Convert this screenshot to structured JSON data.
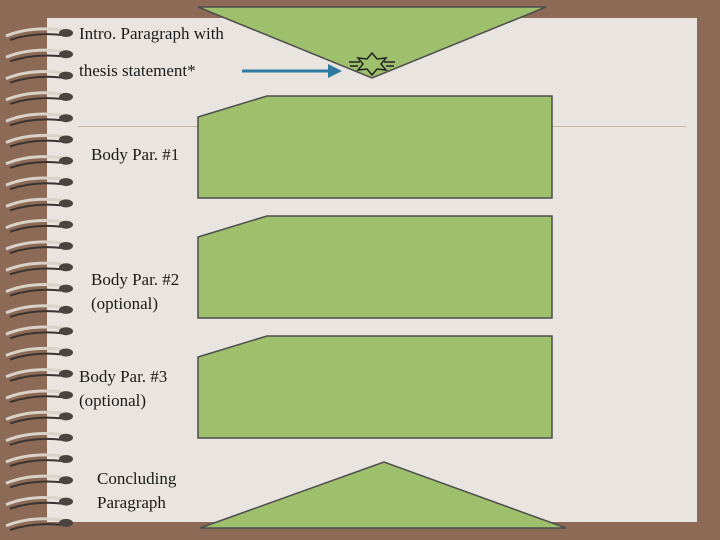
{
  "labels": {
    "intro_line1": "Intro. Paragraph with",
    "intro_line2": "thesis statement*",
    "body1": "Body Par. #1",
    "body2_line1": "Body Par. #2",
    "body2_line2": "(optional)",
    "body3_line1": "Body Par. #3",
    "body3_line2": "(optional)",
    "conclusion_line1": "Concluding",
    "conclusion_line2": "Paragraph"
  },
  "colors": {
    "shape_fill": "#9ebf6b",
    "shape_stroke": "#4d4d4d",
    "arrow": "#2e7aa0",
    "background": "#8c6a55",
    "paper": "#e9e4df"
  },
  "icons": [
    "spiral-binding-icon",
    "sparkle-icon",
    "arrow-icon"
  ]
}
